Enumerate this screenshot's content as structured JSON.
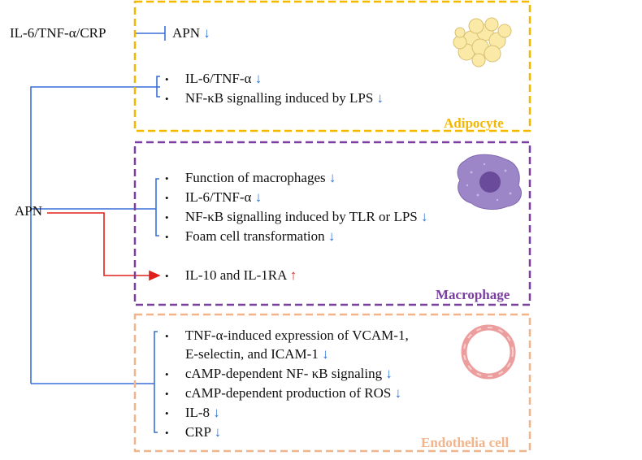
{
  "colors": {
    "adipocyte": "#f5b800",
    "macrophage": "#7a3fa0",
    "endothelia": "#f2b48a",
    "inhibit_line": "#3a6fd8",
    "promote_line": "#e0201b",
    "arrow_down": "#2e75d6",
    "arrow_up": "#e0201b"
  },
  "source_label": "IL-6/TNF-α/CRP",
  "apn_label": "APN",
  "adipocyte": {
    "title": "Adipocyte",
    "apn_item": "APN",
    "apn_arrow": "↓",
    "items": [
      {
        "text": "IL-6/TNF-α",
        "arrow": "↓"
      },
      {
        "text": "NF-κB signalling induced by LPS",
        "arrow": "↓"
      }
    ]
  },
  "macrophage": {
    "title": "Macrophage",
    "items": [
      {
        "text": "Function of macrophages",
        "arrow": "↓"
      },
      {
        "text": "IL-6/TNF-α",
        "arrow": "↓"
      },
      {
        "text": "NF-κB signalling induced by TLR or LPS",
        "arrow": "↓"
      },
      {
        "text": "Foam cell transformation",
        "arrow": "↓"
      }
    ],
    "up_item": {
      "text": "IL-10 and IL-1RA",
      "arrow": "↑"
    }
  },
  "endothelia": {
    "title": "Endothelia cell",
    "items": [
      {
        "line1": "TNF-α-induced expression of VCAM-1,",
        "line2": "E-selectin, and ICAM-1",
        "arrow": "↓"
      },
      {
        "text": "cAMP-dependent NF- κB signaling",
        "arrow": "↓"
      },
      {
        "text": "cAMP-dependent production of ROS",
        "arrow": "↓"
      },
      {
        "text": "IL-8",
        "arrow": "↓"
      },
      {
        "text": "CRP",
        "arrow": "↓"
      }
    ]
  },
  "bullet": "•"
}
